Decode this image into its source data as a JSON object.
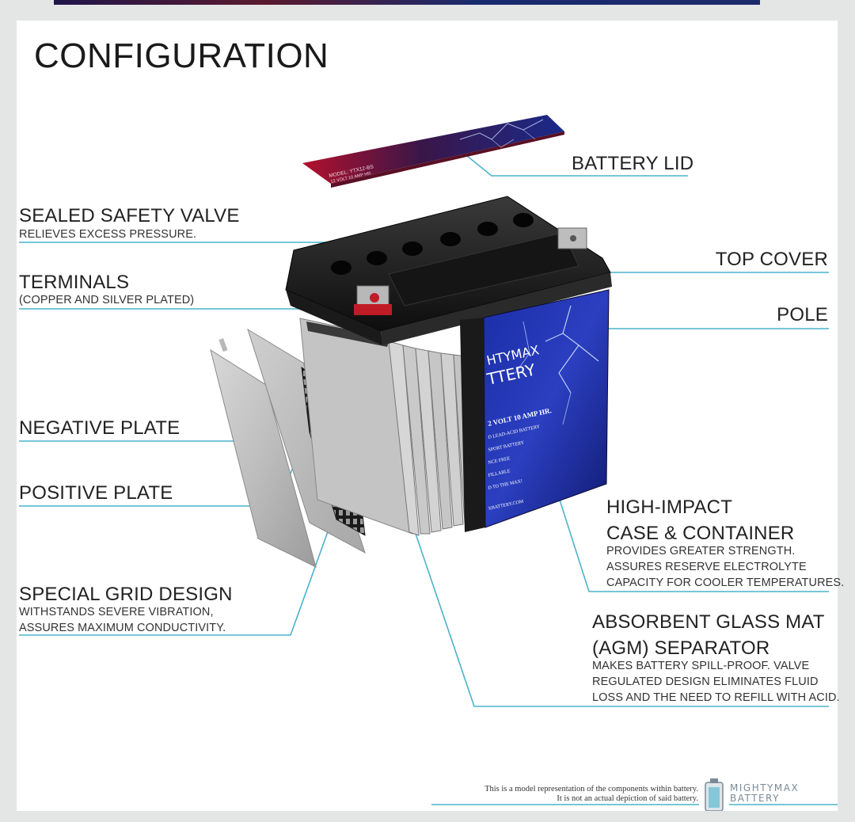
{
  "title": "CONFIGURATION",
  "labels": {
    "battery_lid": "BATTERY LID",
    "sealed_safety_valve": {
      "title": "SEALED SAFETY VALVE",
      "desc": "RELIEVES EXCESS PRESSURE."
    },
    "top_cover": "TOP COVER",
    "terminals": {
      "title": "TERMINALS",
      "desc": "(COPPER AND SILVER PLATED)"
    },
    "pole": "POLE",
    "negative_plate": "NEGATIVE PLATE",
    "positive_plate": "POSITIVE PLATE",
    "high_impact": {
      "title_line1": "HIGH-IMPACT",
      "title_line2": "CASE & CONTAINER",
      "desc_line1": "PROVIDES GREATER STRENGTH.",
      "desc_line2": "ASSURES RESERVE ELECTROLYTE",
      "desc_line3": "CAPACITY FOR COOLER TEMPERATURES."
    },
    "special_grid": {
      "title": "SPECIAL GRID DESIGN",
      "desc_line1": "WITHSTANDS SEVERE VIBRATION,",
      "desc_line2": "ASSURES MAXIMUM CONDUCTIVITY."
    },
    "agm_separator": {
      "title_line1": "ABSORBENT GLASS MAT",
      "title_line2": "(AGM) SEPARATOR",
      "desc_line1": "MAKES BATTERY SPILL-PROOF. VALVE",
      "desc_line2": "REGULATED DESIGN ELIMINATES FLUID",
      "desc_line3": "LOSS AND THE NEED TO REFILL WITH ACID."
    }
  },
  "product_label": {
    "model": "MODEL: YTX12-BS",
    "rating_small": "12 VOLT 10 AMP HR.",
    "brand_line1": "HTYMAX",
    "brand_line2": "TTERY",
    "rating": "2 VOLT 10 AMP HR.",
    "line_a": "D LEAD-ACID BATTERY",
    "line_b": "SPORT BATTERY",
    "line_c": "NCE FREE",
    "line_d": "FILLABLE",
    "line_e": "D TO THE MAX!",
    "line_f": "XBATTERY.COM"
  },
  "footnote": {
    "line1": "This is a model representation of the components within battery.",
    "line2": "It is not an actual depiction of said battery."
  },
  "brand": {
    "line1": "MIGHTYMAX",
    "line2": "BATTERY"
  },
  "colors": {
    "leader_line": "#4ab3cc",
    "label_blue": "#1c2fa8",
    "lid_red": "#b01030",
    "lid_blue": "#1a2a8a"
  }
}
